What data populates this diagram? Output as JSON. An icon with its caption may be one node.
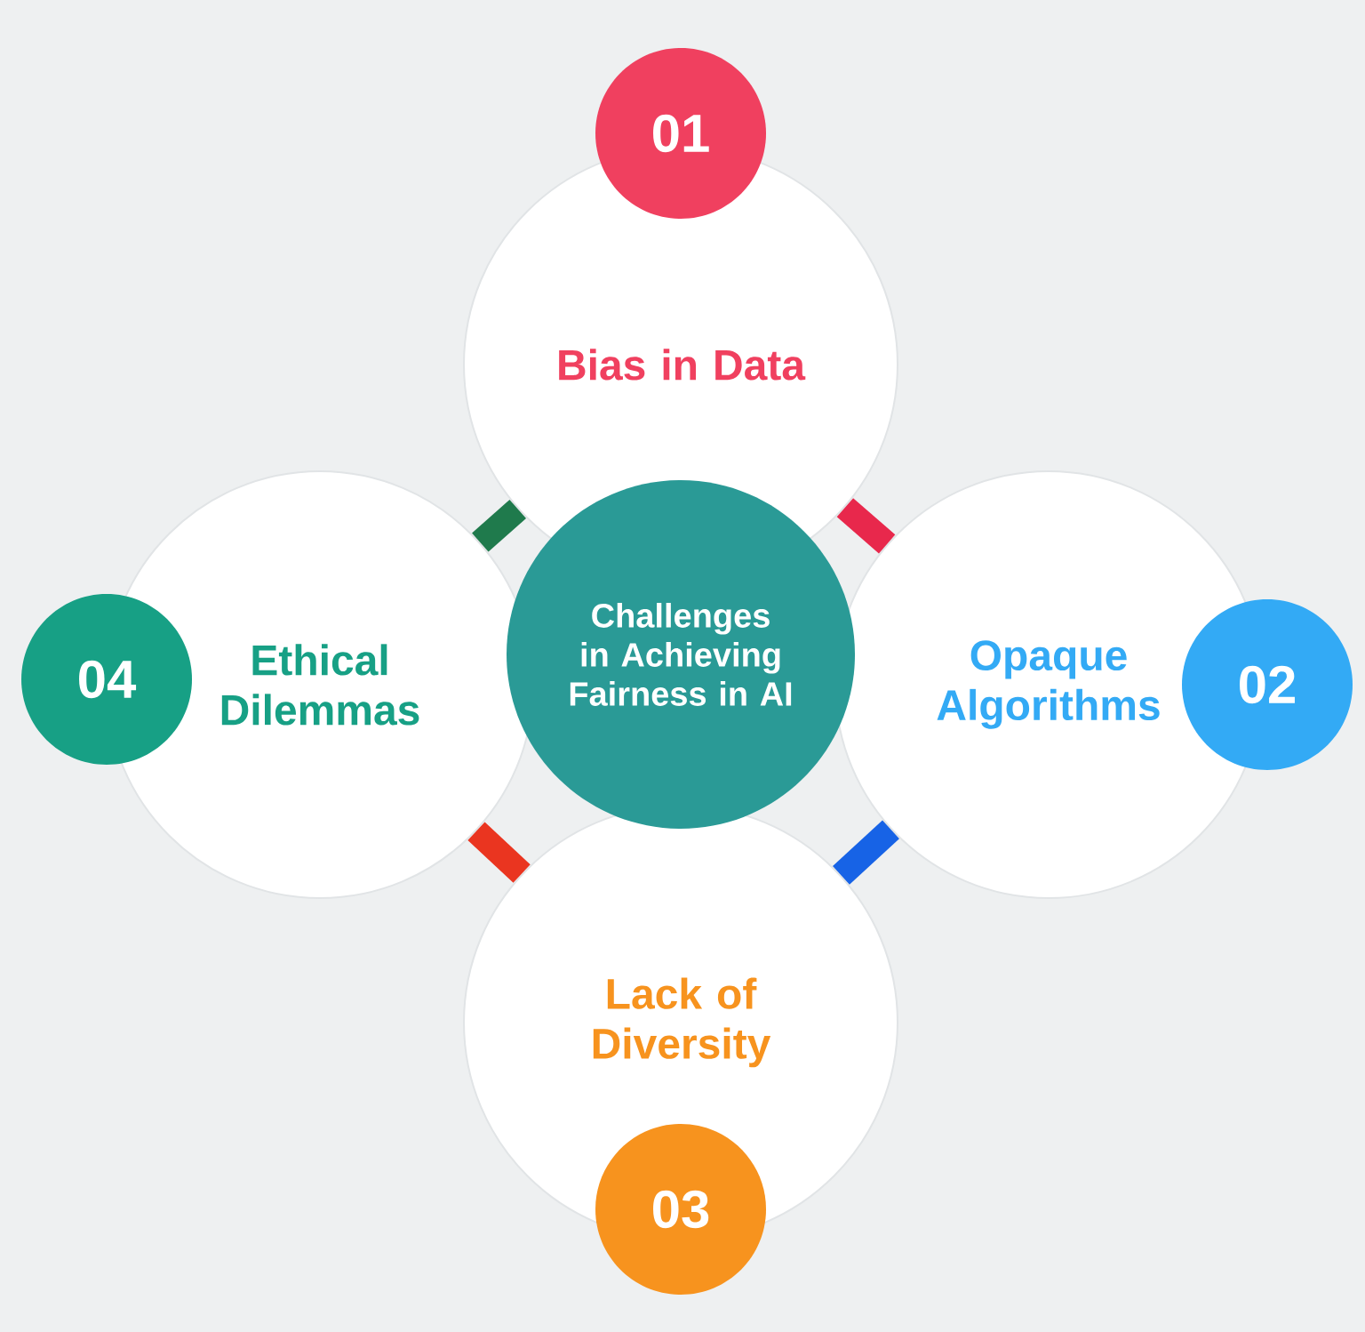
{
  "diagram": {
    "nodes": [
      {
        "text": [
          "Bias in Data"
        ]
      },
      {
        "text": [
          "Ethical Dilemmas"
        ]
      },
      {
        "text": [
          "Opaque Algorithms"
        ]
      },
      {
        "text": [
          "Lack of Diversity"
        ]
      },
      {
        "text": [
          "Challenges in Achieving Fairness in AI"
        ]
      },
      {
        "text": [
          "01"
        ]
      },
      {
        "text": [
          "02"
        ]
      },
      {
        "text": [
          "03"
        ]
      },
      {
        "text": [
          "04"
        ]
      }
    ],
    "edges": [
      {
        "from": 0,
        "to": 1,
        "arrow": "none",
        "color": "#1f7a4c"
      },
      {
        "from": 0,
        "to": 2,
        "arrow": "none",
        "color": "#e8284c"
      },
      {
        "from": 2,
        "to": 3,
        "arrow": "none",
        "color": "#1763e6"
      },
      {
        "from": 3,
        "to": 1,
        "arrow": "none",
        "color": "#ea3520"
      }
    ]
  }
}
